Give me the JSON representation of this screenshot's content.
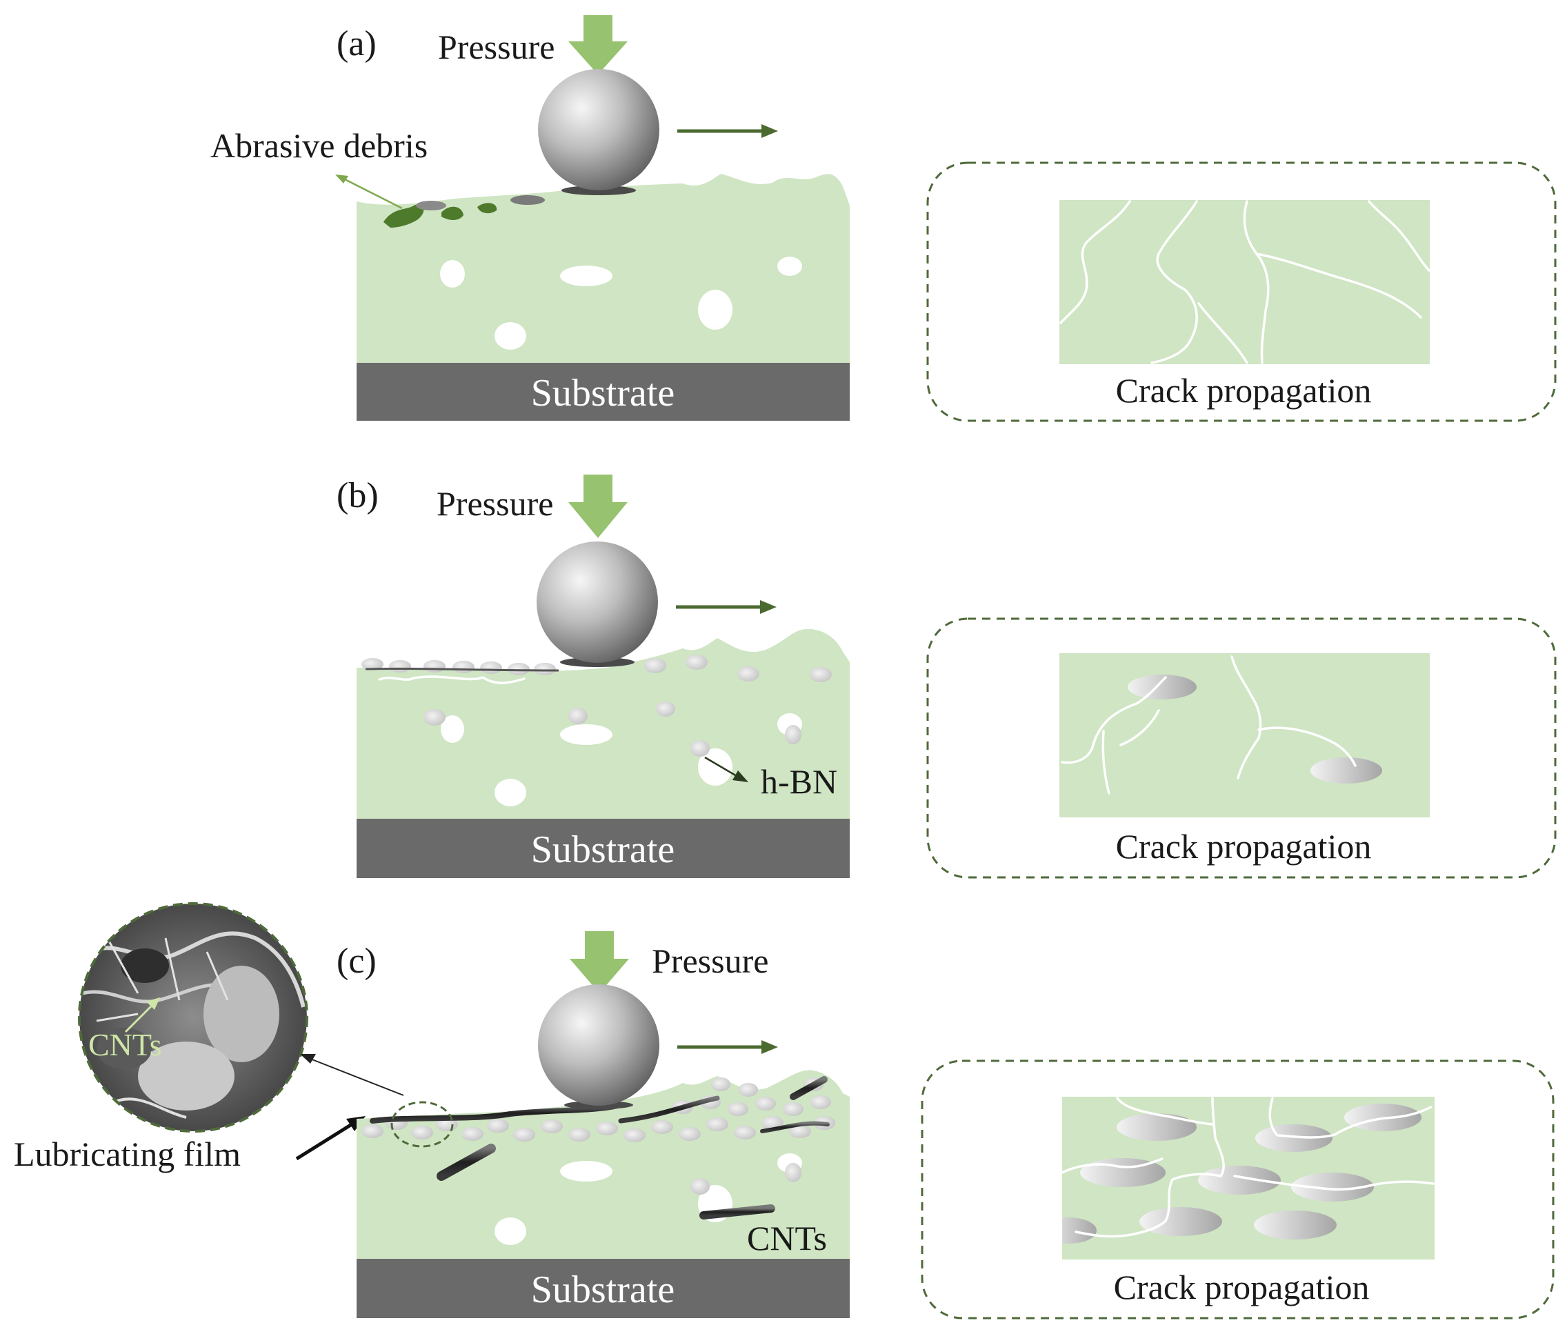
{
  "panels": {
    "a": {
      "label": "(a)",
      "pressure": "Pressure",
      "debris": "Abrasive debris",
      "substrate": "Substrate",
      "crack": "Crack propagation"
    },
    "b": {
      "label": "(b)",
      "pressure": "Pressure",
      "hbn": "h-BN",
      "substrate": "Substrate",
      "crack": "Crack propagation"
    },
    "c": {
      "label": "(c)",
      "pressure": "Pressure",
      "cnts": "CNTs",
      "inset_cnts": "CNTs",
      "film": "Lubricating film",
      "substrate": "Substrate",
      "crack": "Crack propagation"
    }
  },
  "colors": {
    "coating": "#cfe5c3",
    "substrate": "#6a6a6a",
    "arrow_green": "#97c26f",
    "dark_green": "#4b6a30",
    "debris": "#4e7a2c",
    "dash": "#4f6a3a"
  }
}
